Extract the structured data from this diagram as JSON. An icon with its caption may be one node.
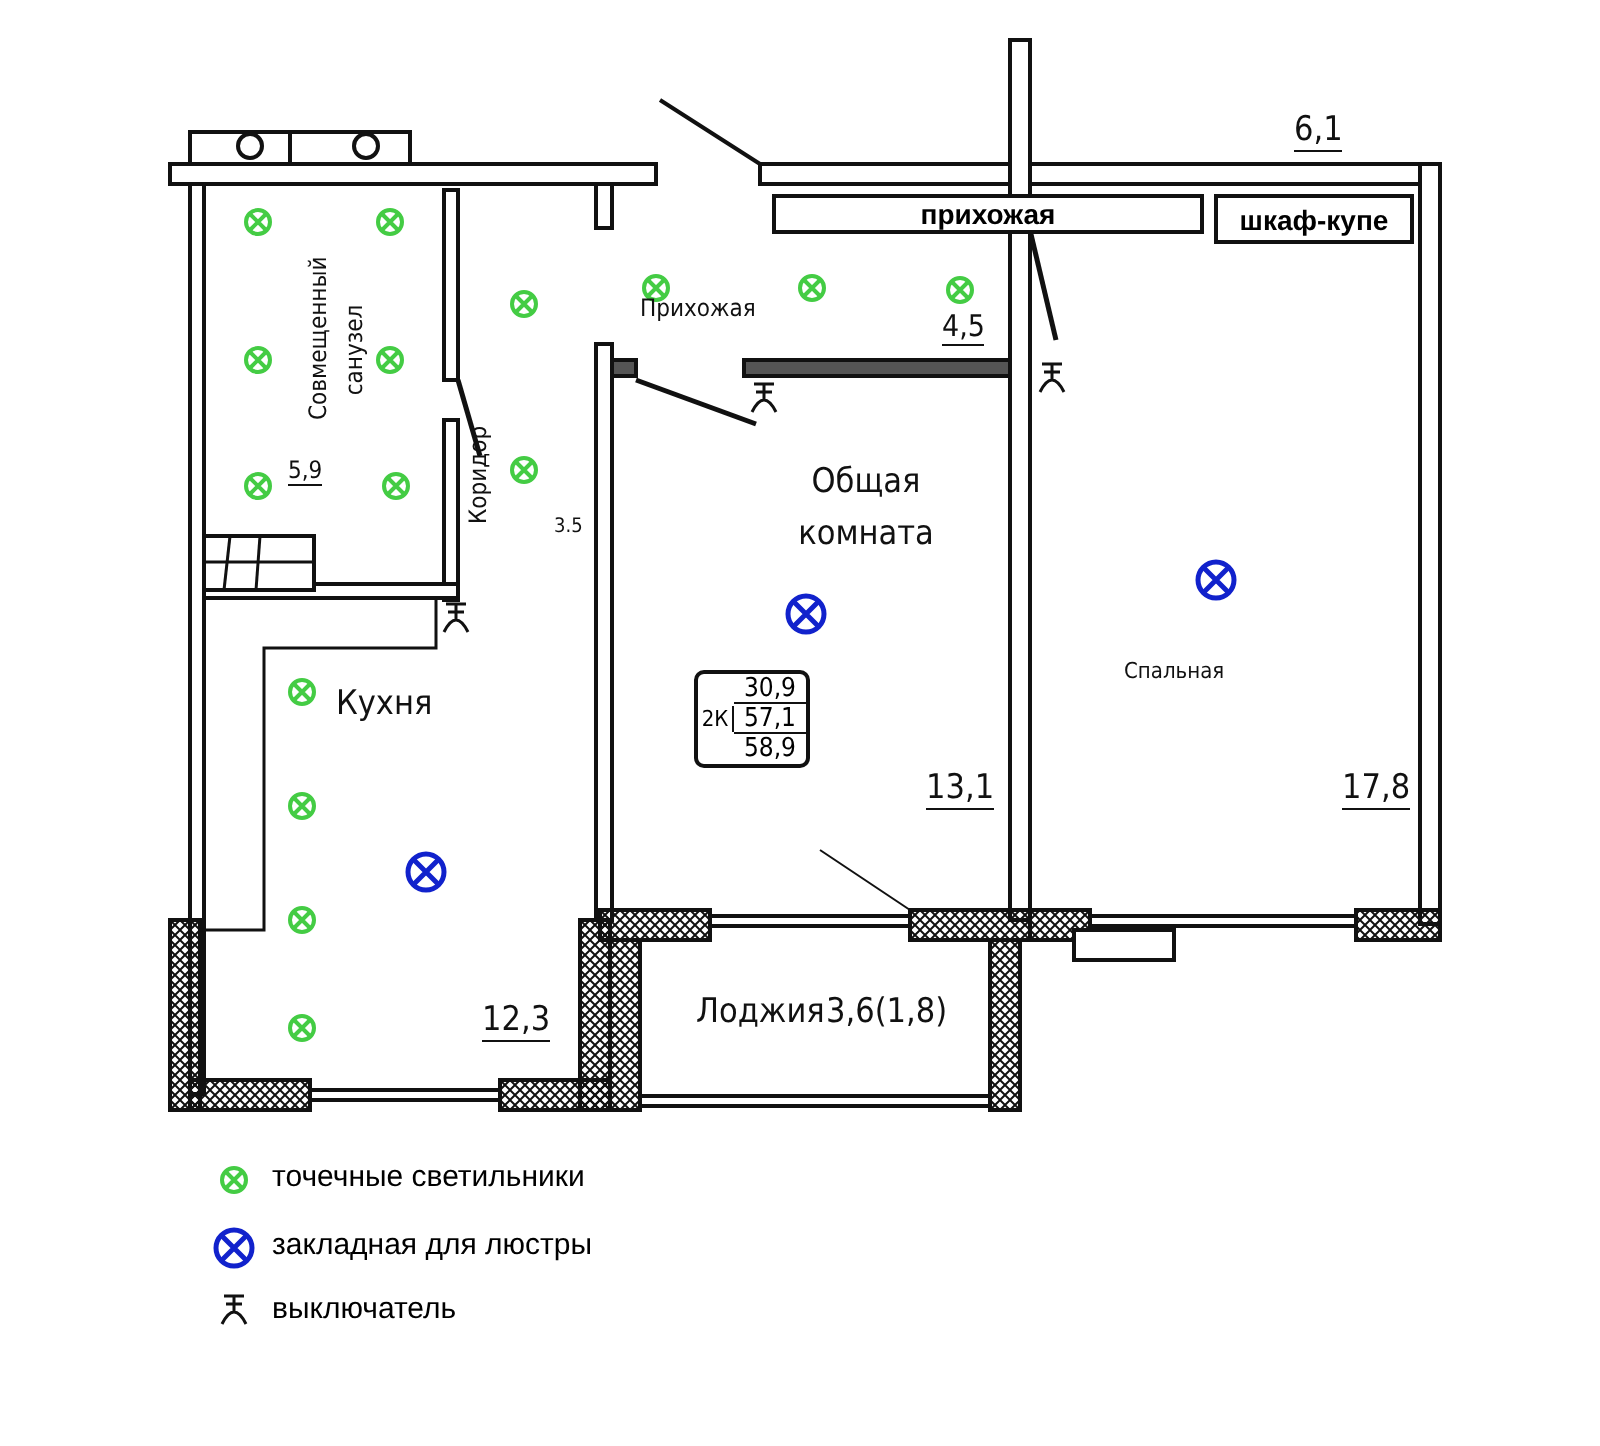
{
  "diagram": {
    "nodes": [
      {
        "text": [
          "прихожая"
        ]
      },
      {
        "text": [
          "шкаф-купе"
        ]
      },
      {
        "text": [
          "2К",
          "30,9",
          "57,1",
          "58,9"
        ]
      }
    ],
    "labels": [
      "6,1",
      "Совмещенный санузел",
      "Прихожая",
      "4,5",
      "5,9",
      "Коридор",
      "3.5",
      "Общая комната",
      "Спальная",
      "Кухня",
      "13,1",
      "17,8",
      "12,3",
      "Лоджия",
      "3,6(1,8)"
    ],
    "legend": [
      {
        "text": "точечные светильники"
      },
      {
        "text": "закладная для люстры"
      },
      {
        "text": "выключатель"
      }
    ]
  }
}
